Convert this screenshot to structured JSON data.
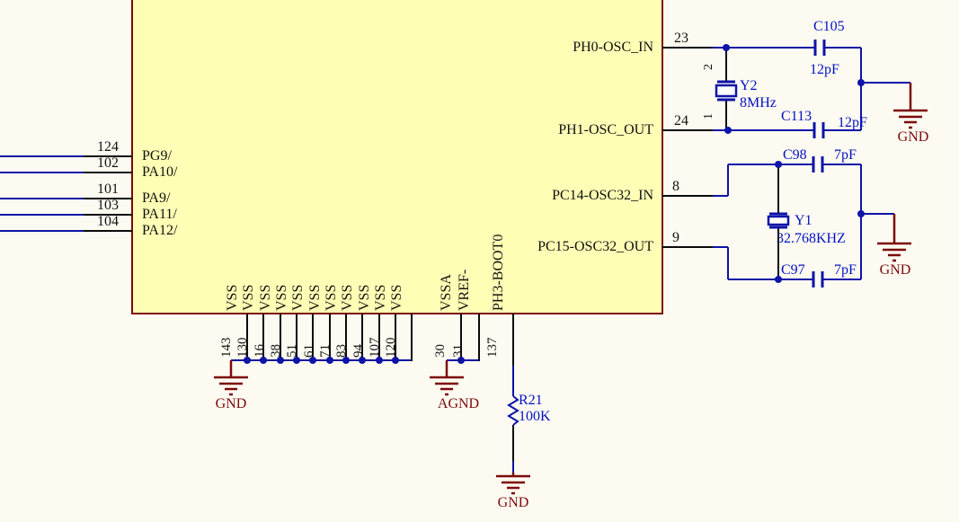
{
  "colors": {
    "bg": "#FDFBF1",
    "chip_fill": "#FFFFB5",
    "chip_border": "#7C090B",
    "wire": "#0d14a8",
    "pin": "#0b0b0b",
    "label": "#0311C5",
    "text": "#111111",
    "gnd": "#7C090B"
  },
  "chip": {
    "left_pins": [
      {
        "num": "124",
        "name": "PG9/"
      },
      {
        "num": "102",
        "name": "PA10/"
      },
      {
        "num": "101",
        "name": "PA9/"
      },
      {
        "num": "103",
        "name": "PA11/"
      },
      {
        "num": "104",
        "name": "PA12/"
      }
    ],
    "right_pins": [
      {
        "num": "23",
        "name": "PH0-OSC_IN"
      },
      {
        "num": "24",
        "name": "PH1-OSC_OUT"
      },
      {
        "num": "8",
        "name": "PC14-OSC32_IN"
      },
      {
        "num": "9",
        "name": "PC15-OSC32_OUT"
      }
    ],
    "vss_pins": [
      {
        "num": "143",
        "name": "VSS"
      },
      {
        "num": "130",
        "name": "VSS"
      },
      {
        "num": "16",
        "name": "VSS"
      },
      {
        "num": "38",
        "name": "VSS"
      },
      {
        "num": "51",
        "name": "VSS"
      },
      {
        "num": "61",
        "name": "VSS"
      },
      {
        "num": "71",
        "name": "VSS"
      },
      {
        "num": "83",
        "name": "VSS"
      },
      {
        "num": "94",
        "name": "VSS"
      },
      {
        "num": "107",
        "name": "VSS"
      },
      {
        "num": "120",
        "name": "VSS"
      }
    ],
    "analog_pins": [
      {
        "num": "30",
        "name": "VSSA"
      },
      {
        "num": "31",
        "name": "VREF-"
      }
    ],
    "boot_pin": {
      "num": "137",
      "name": "PH3-BOOT0"
    }
  },
  "components": {
    "y2": {
      "ref": "Y2",
      "value": "8MHz",
      "pin_top": "2",
      "pin_bottom": "1"
    },
    "y1": {
      "ref": "Y1",
      "value": "32.768KHZ"
    },
    "c105": {
      "ref": "C105",
      "value": "12pF"
    },
    "c113": {
      "ref": "C113",
      "value": "12pF"
    },
    "c98": {
      "ref": "C98",
      "value": "7pF"
    },
    "c97": {
      "ref": "C97",
      "value": "7pF"
    },
    "r21": {
      "ref": "R21",
      "value": "100K"
    }
  },
  "power": {
    "gnd": "GND",
    "agnd": "AGND"
  }
}
